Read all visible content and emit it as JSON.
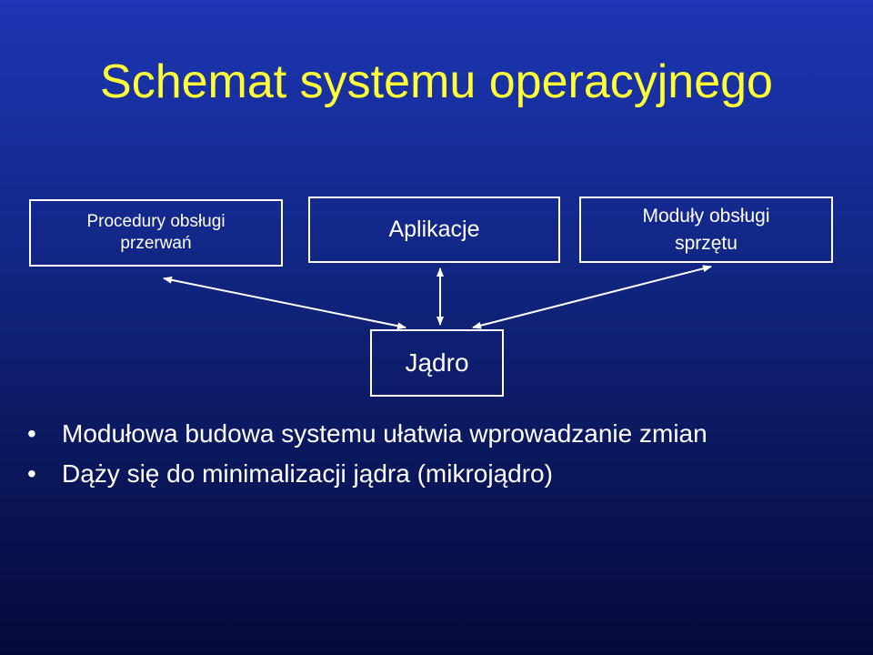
{
  "title": "Schemat systemu operacyjnego",
  "diagram": {
    "boxes": {
      "interrupt_handlers": "Procedury obsługi\nprzerwań",
      "applications": "Aplikacje",
      "hardware_modules": "Moduły obsługi\nsprzętu",
      "kernel": "Jądro"
    },
    "line_color": "#ffffff"
  },
  "bullets": [
    "Modułowa budowa systemu ułatwia wprowadzanie zmian",
    "Dąży się do minimalizacji jądra (mikrojądro)"
  ],
  "bullet_glyph": "•",
  "colors": {
    "title": "#ffff33",
    "text": "#ffffff",
    "background_top": "#1c36b4",
    "background_bottom": "#05093a"
  }
}
